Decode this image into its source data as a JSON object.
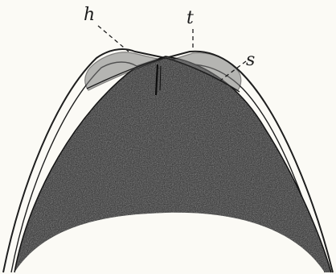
{
  "labels": {
    "h": "h",
    "t": "t",
    "s": "s"
  }
}
